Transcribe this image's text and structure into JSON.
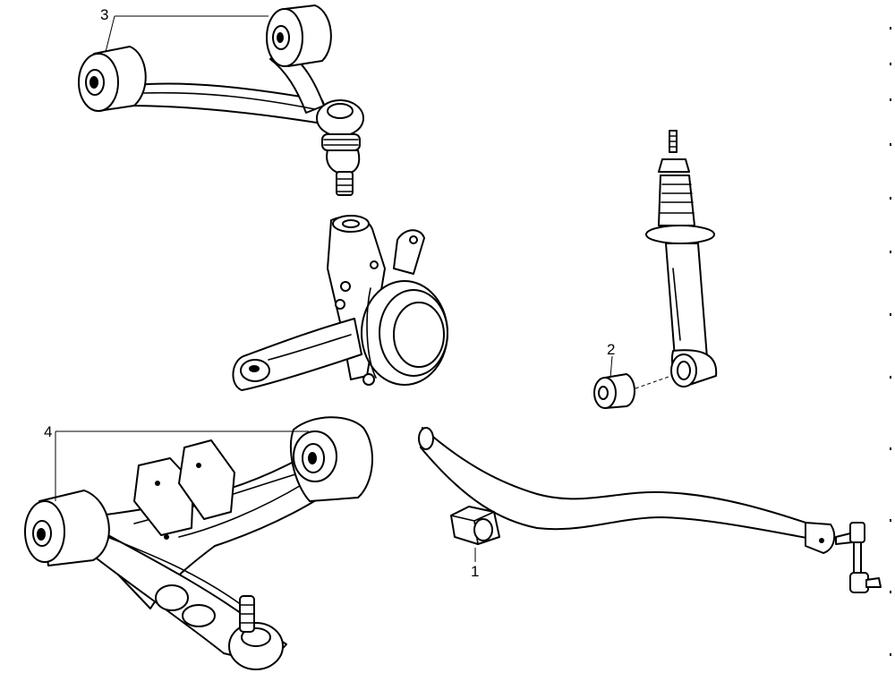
{
  "colors": {
    "ink": "#000000",
    "paper": "#ffffff"
  },
  "callouts": [
    {
      "id": "1",
      "label": "1",
      "part": "stabilizer-bushing"
    },
    {
      "id": "2",
      "label": "2",
      "part": "shock-absorber-bushing"
    },
    {
      "id": "3",
      "label": "3",
      "part": "upper-control-arm"
    },
    {
      "id": "4",
      "label": "4",
      "part": "lower-control-arm"
    }
  ]
}
